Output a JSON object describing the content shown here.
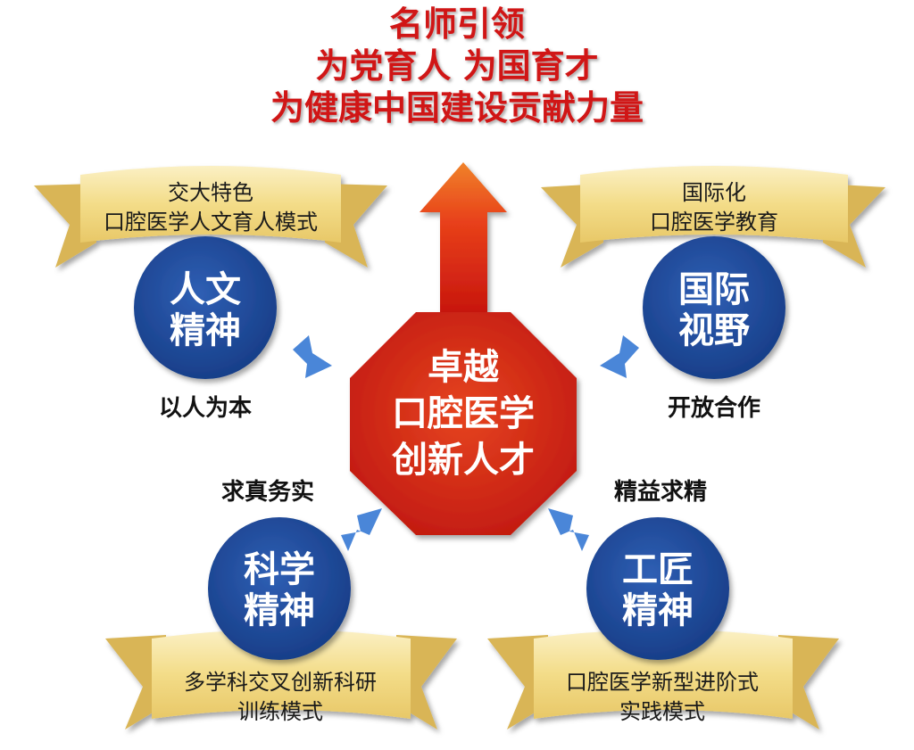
{
  "title": {
    "line1": "名师引领",
    "line2": "为党育人  为国育才",
    "line3": "为健康中国建设贡献力量"
  },
  "center": {
    "line1": "卓越",
    "line2": "口腔医学",
    "line3": "创新人才"
  },
  "pillars": {
    "humanities": {
      "circle_line1": "人文",
      "circle_line2": "精神",
      "banner_line1": "交大特色",
      "banner_line2": "口腔医学人文育人模式",
      "motto": "以人为本"
    },
    "international": {
      "circle_line1": "国际",
      "circle_line2": "视野",
      "banner_line1": "国际化",
      "banner_line2": "口腔医学教育",
      "motto": "开放合作"
    },
    "science": {
      "circle_line1": "科学",
      "circle_line2": "精神",
      "banner_line1": "多学科交叉创新科研",
      "banner_line2": "训练模式",
      "motto": "求真务实"
    },
    "craftsman": {
      "circle_line1": "工匠",
      "circle_line2": "精神",
      "banner_line1": "口腔医学新型进阶式",
      "banner_line2": "实践模式",
      "motto": "精益求精"
    }
  },
  "colors": {
    "title_red": "#d01818",
    "octagon_red": "#d42a14",
    "circle_blue": "#1f4a9c",
    "banner_gold": "#f3dd8e",
    "arrow_blue": "#4a86d8"
  }
}
